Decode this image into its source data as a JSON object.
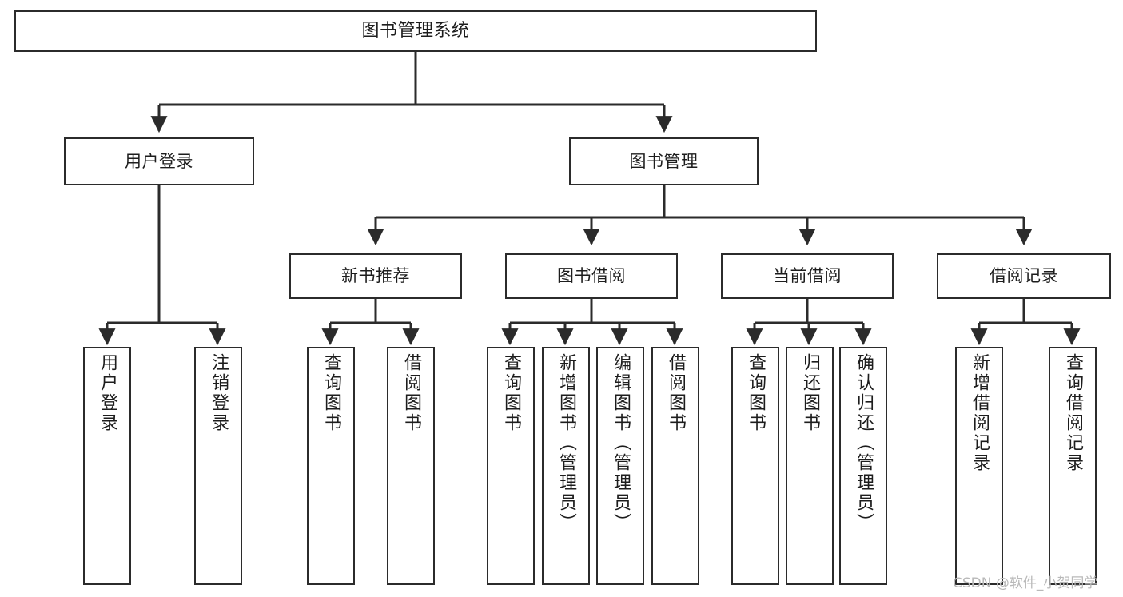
{
  "diagram": {
    "title": "图书管理系统",
    "type": "tree",
    "watermark": "CSDN @软件_小贺同学",
    "colors": {
      "stroke": "#2b2b2b",
      "fill": "#ffffff",
      "text": "#1d1d1d",
      "watermark": "#b9b9b9"
    },
    "nodes": {
      "root": {
        "label": "图书管理系统"
      },
      "level1": [
        {
          "label": "用户登录"
        },
        {
          "label": "图书管理"
        }
      ],
      "level2": [
        {
          "label": "新书推荐"
        },
        {
          "label": "图书借阅"
        },
        {
          "label": "当前借阅"
        },
        {
          "label": "借阅记录"
        }
      ],
      "leaves": {
        "user_login": [
          {
            "label": "用户登录"
          },
          {
            "label": "注销登录"
          }
        ],
        "new_book_recommend": [
          {
            "label": "查询图书"
          },
          {
            "label": "借阅图书"
          }
        ],
        "book_borrow": [
          {
            "label": "查询图书"
          },
          {
            "label": "新增图书（管理员）"
          },
          {
            "label": "编辑图书（管理员）"
          },
          {
            "label": "借阅图书"
          }
        ],
        "current_borrow": [
          {
            "label": "查询图书"
          },
          {
            "label": "归还图书"
          },
          {
            "label": "确认归还（管理员）"
          }
        ],
        "borrow_record": [
          {
            "label": "新增借阅记录"
          },
          {
            "label": "查询借阅记录"
          }
        ]
      }
    }
  }
}
